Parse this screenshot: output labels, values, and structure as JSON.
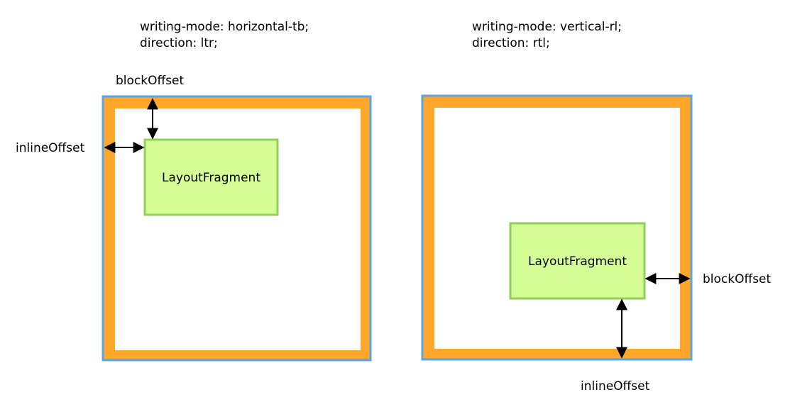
{
  "left_panel": {
    "caption_line1": "writing-mode: horizontal-tb;",
    "caption_line2": "direction: ltr;",
    "fragment_label": "LayoutFragment",
    "block_offset_label": "blockOffset",
    "inline_offset_label": "inlineOffset"
  },
  "right_panel": {
    "caption_line1": "writing-mode: vertical-rl;",
    "caption_line2": "direction: rtl;",
    "fragment_label": "LayoutFragment",
    "block_offset_label": "blockOffset",
    "inline_offset_label": "inlineOffset"
  },
  "colors": {
    "outer_border": "#5aa5e0",
    "padding_fill": "#ffa62b",
    "content_fill": "#ffffff",
    "fragment_fill": "#d5ff96",
    "fragment_border": "#8fcf5a",
    "arrow": "#000000"
  }
}
